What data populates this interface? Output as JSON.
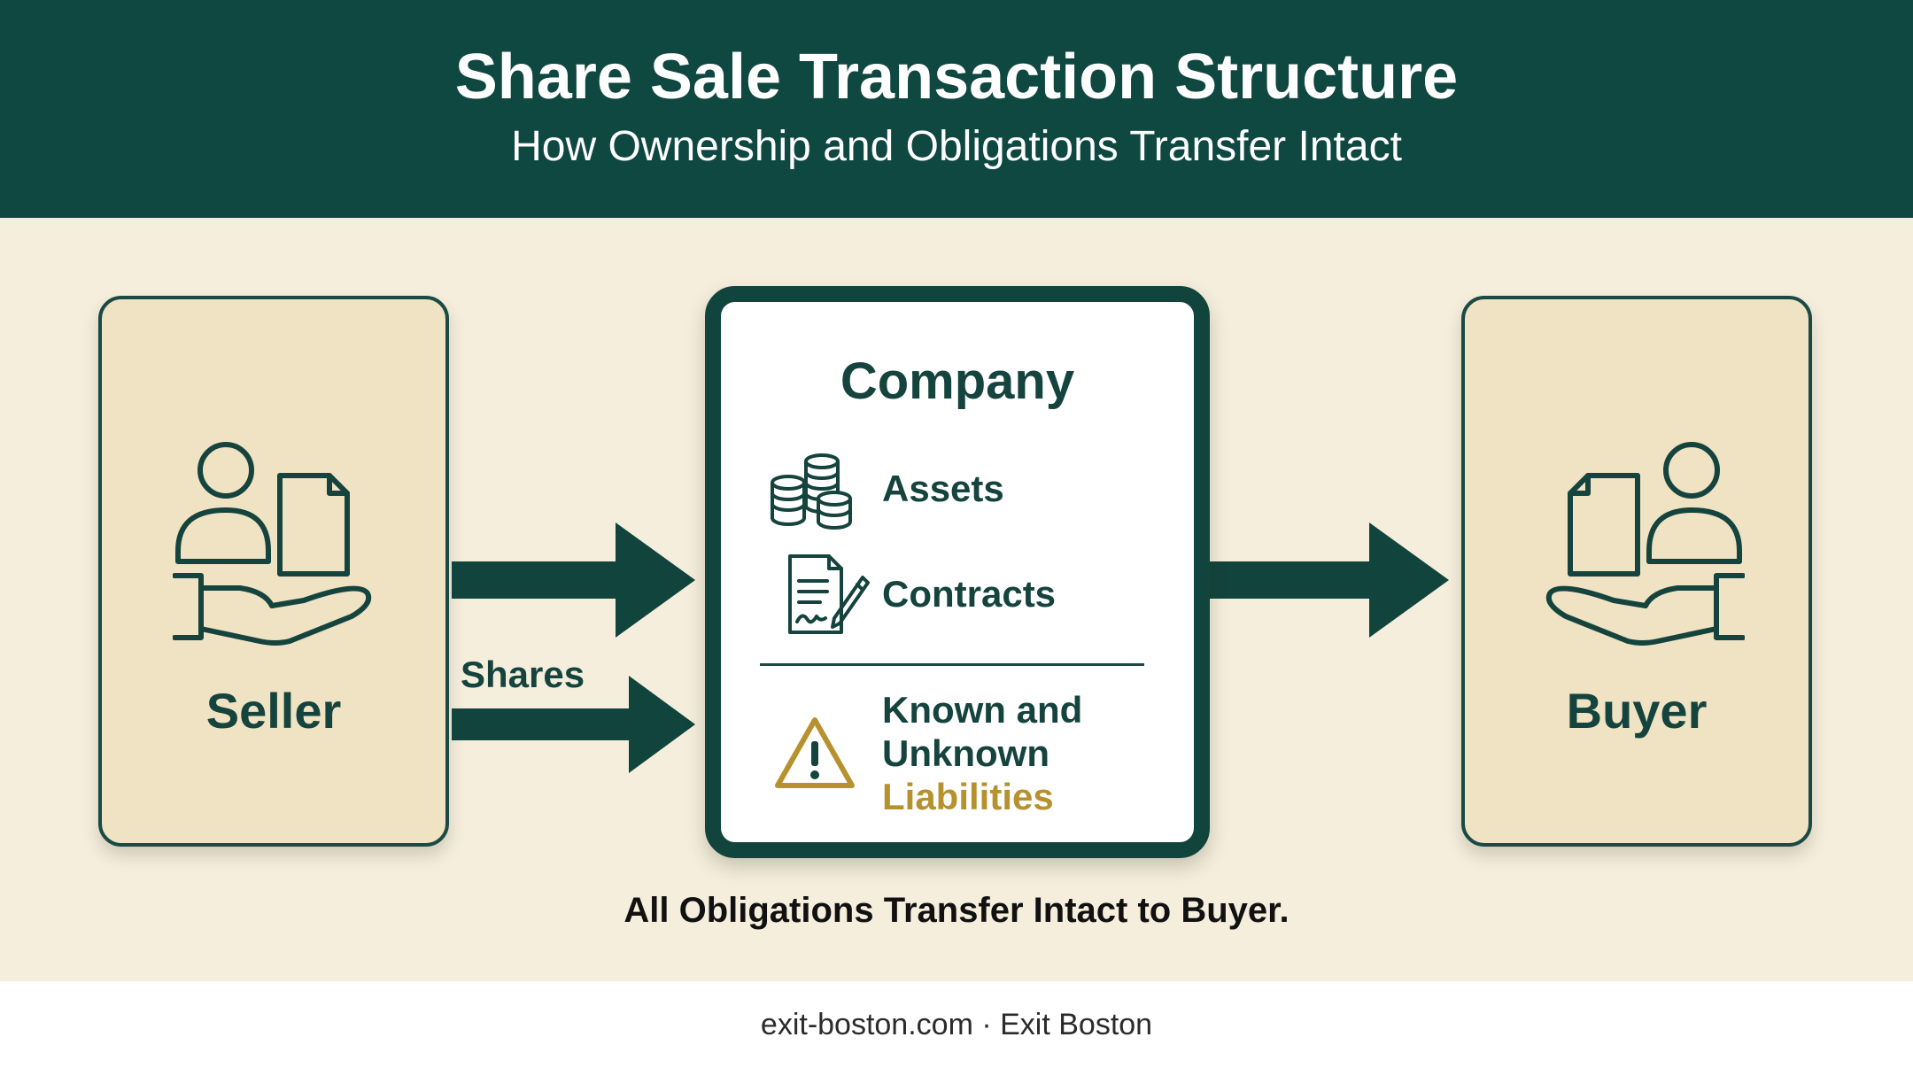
{
  "header": {
    "title": "Share Sale Transaction Structure",
    "subtitle": "How Ownership and Obligations Transfer Intact"
  },
  "seller": {
    "label": "Seller",
    "icon": "seller-handover-icon"
  },
  "buyer": {
    "label": "Buyer",
    "icon": "buyer-receive-icon"
  },
  "company": {
    "title": "Company",
    "items": [
      {
        "label": "Assets",
        "icon": "coins-stack-icon"
      },
      {
        "label": "Contracts",
        "icon": "signed-contract-icon"
      }
    ],
    "liabilities": {
      "line1": "Known and",
      "line2": "Unknown",
      "line3": "Liabilities",
      "icon": "warning-triangle-icon"
    }
  },
  "flows": {
    "shares_label": "Shares"
  },
  "caption": "All Obligations Transfer Intact to Buyer.",
  "footer": {
    "text": "exit-boston.com · Exit Boston"
  },
  "colors": {
    "header_bg": "#0f4741",
    "canvas_bg": "#f5eedd",
    "party_box_bg": "#efe3c3",
    "dark_green": "#15433d",
    "gold": "#b8912f"
  }
}
